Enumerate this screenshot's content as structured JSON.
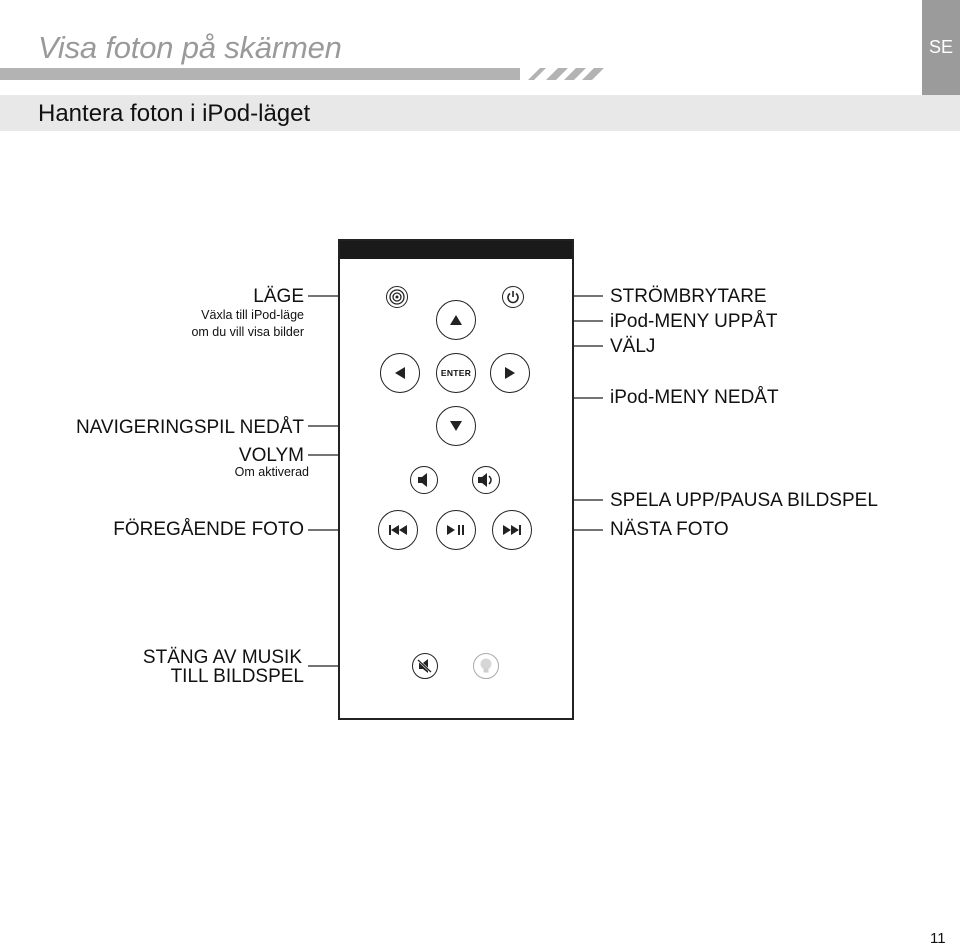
{
  "header": {
    "title": "Visa foton på skärmen",
    "lang_tab": "SE",
    "subtitle": "Hantera foton i iPod-läget"
  },
  "left_labels": {
    "mode": "LÄGE",
    "mode_desc_1": "Växla till iPod-läge",
    "mode_desc_2": "om du vill visa bilder",
    "nav_down": "NAVIGERINGSPIL NEDÅT",
    "volume": "VOLYM",
    "volume_desc": "Om aktiverad",
    "prev_photo": "FÖREGÅENDE FOTO",
    "mute_1": "STÄNG AV MUSIK",
    "mute_2": "TILL BILDSPEL"
  },
  "right_labels": {
    "power": "STRÖMBRYTARE",
    "menu_up": "iPod-MENY UPPÅT",
    "select": "VÄLJ",
    "menu_down": "iPod-MENY NEDÅT",
    "play_pause": "SPELA UPP/PAUSA BILDSPEL",
    "next_photo": "NÄSTA FOTO"
  },
  "remote": {
    "enter_label": "ENTER",
    "icons": [
      "mode-icon",
      "power-icon",
      "arrow-up-icon",
      "arrow-left-icon",
      "arrow-right-icon",
      "arrow-down-icon",
      "volume-down-icon",
      "volume-up-icon",
      "previous-track-icon",
      "play-pause-icon",
      "next-track-icon",
      "mute-icon",
      "light-bulb-icon"
    ]
  },
  "colors": {
    "title_gray": "#9a9a9a",
    "tab_gray": "#9b9b9b",
    "subtitle_bar": "#e8e8e8",
    "rule_gray": "#b3b3b3"
  },
  "footer": {
    "page_number": "11"
  }
}
